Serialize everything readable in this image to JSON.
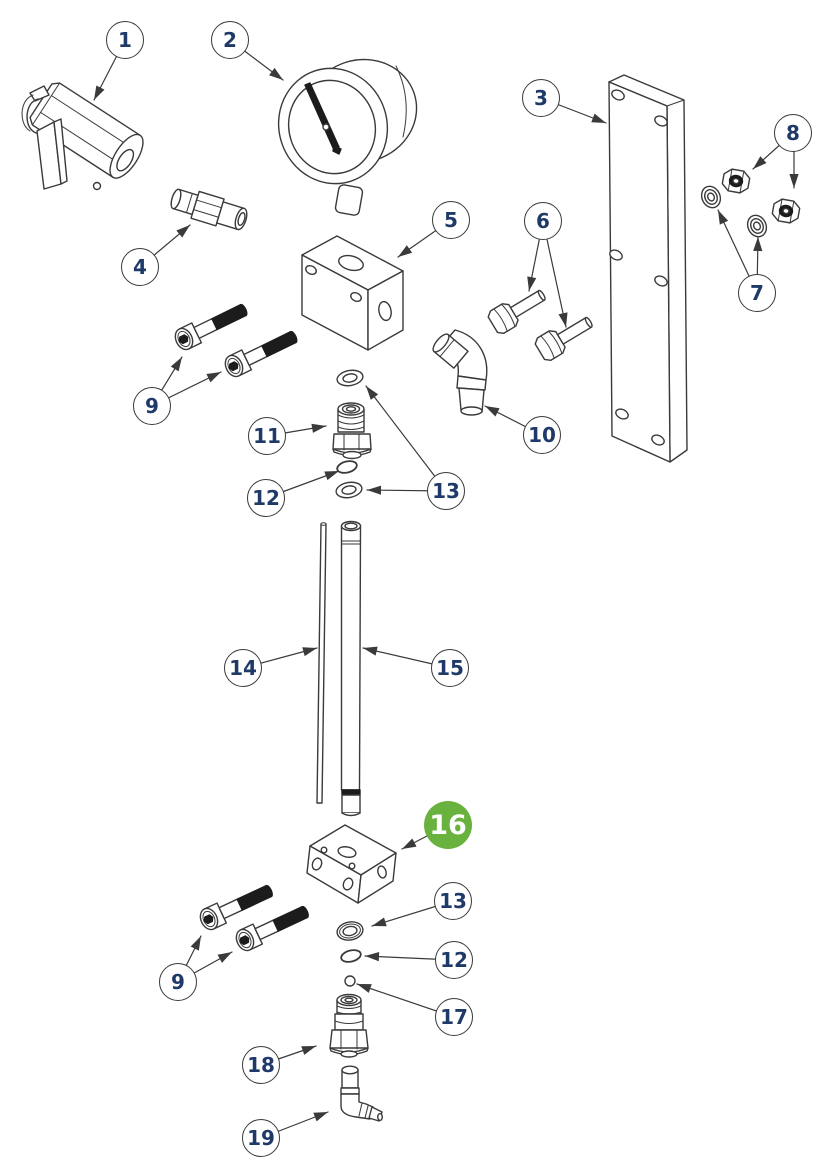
{
  "diagram": {
    "type": "exploded-parts-diagram",
    "background_color": "#ffffff",
    "line_color": "#3a3a3a",
    "callout_style": {
      "fill": "#ffffff",
      "border": "#3a3a3a",
      "number_color": "#1f3a68",
      "highlight_fill": "#6ab23e",
      "highlight_number_color": "#ffffff"
    },
    "highlighted_callout": "16",
    "callouts": [
      {
        "id": "callout-1",
        "label": "1",
        "highlighted": false
      },
      {
        "id": "callout-2",
        "label": "2",
        "highlighted": false
      },
      {
        "id": "callout-3",
        "label": "3",
        "highlighted": false
      },
      {
        "id": "callout-4",
        "label": "4",
        "highlighted": false
      },
      {
        "id": "callout-5",
        "label": "5",
        "highlighted": false
      },
      {
        "id": "callout-6",
        "label": "6",
        "highlighted": false
      },
      {
        "id": "callout-7",
        "label": "7",
        "highlighted": false
      },
      {
        "id": "callout-8",
        "label": "8",
        "highlighted": false
      },
      {
        "id": "callout-9-upper",
        "label": "9",
        "highlighted": false
      },
      {
        "id": "callout-10",
        "label": "10",
        "highlighted": false
      },
      {
        "id": "callout-11",
        "label": "11",
        "highlighted": false
      },
      {
        "id": "callout-12-upper",
        "label": "12",
        "highlighted": false
      },
      {
        "id": "callout-13-upper",
        "label": "13",
        "highlighted": false
      },
      {
        "id": "callout-14",
        "label": "14",
        "highlighted": false
      },
      {
        "id": "callout-15",
        "label": "15",
        "highlighted": false
      },
      {
        "id": "callout-16",
        "label": "16",
        "highlighted": true
      },
      {
        "id": "callout-13-lower",
        "label": "13",
        "highlighted": false
      },
      {
        "id": "callout-12-lower",
        "label": "12",
        "highlighted": false
      },
      {
        "id": "callout-17",
        "label": "17",
        "highlighted": false
      },
      {
        "id": "callout-9-lower",
        "label": "9",
        "highlighted": false
      },
      {
        "id": "callout-18",
        "label": "18",
        "highlighted": false
      },
      {
        "id": "callout-19",
        "label": "19",
        "highlighted": false
      }
    ]
  }
}
